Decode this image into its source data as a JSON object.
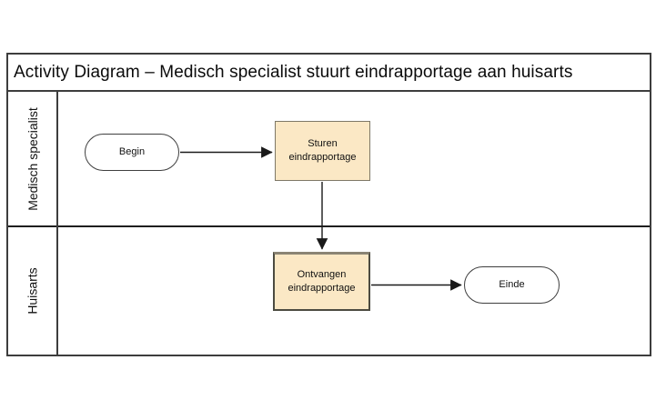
{
  "diagram": {
    "title": "Activity Diagram – Medisch specialist stuurt eindrapportage aan huisarts",
    "lanes": [
      {
        "label": "Medisch specialist"
      },
      {
        "label": "Huisarts"
      }
    ],
    "nodes": {
      "begin": {
        "type": "start",
        "label": "Begin"
      },
      "sturen": {
        "type": "action",
        "label": "Sturen\neindrapportage"
      },
      "ontvangen": {
        "type": "action",
        "label": "Ontvangen\neindrapportage"
      },
      "einde": {
        "type": "end",
        "label": "Einde"
      }
    },
    "edges": [
      {
        "from": "begin",
        "to": "sturen"
      },
      {
        "from": "sturen",
        "to": "ontvangen"
      },
      {
        "from": "ontvangen",
        "to": "einde"
      }
    ],
    "colors": {
      "action_fill": "#fbe8c5",
      "action_border": "#7e7867",
      "frame_border": "#3d3d3d",
      "connector": "#1a1a1a"
    }
  }
}
